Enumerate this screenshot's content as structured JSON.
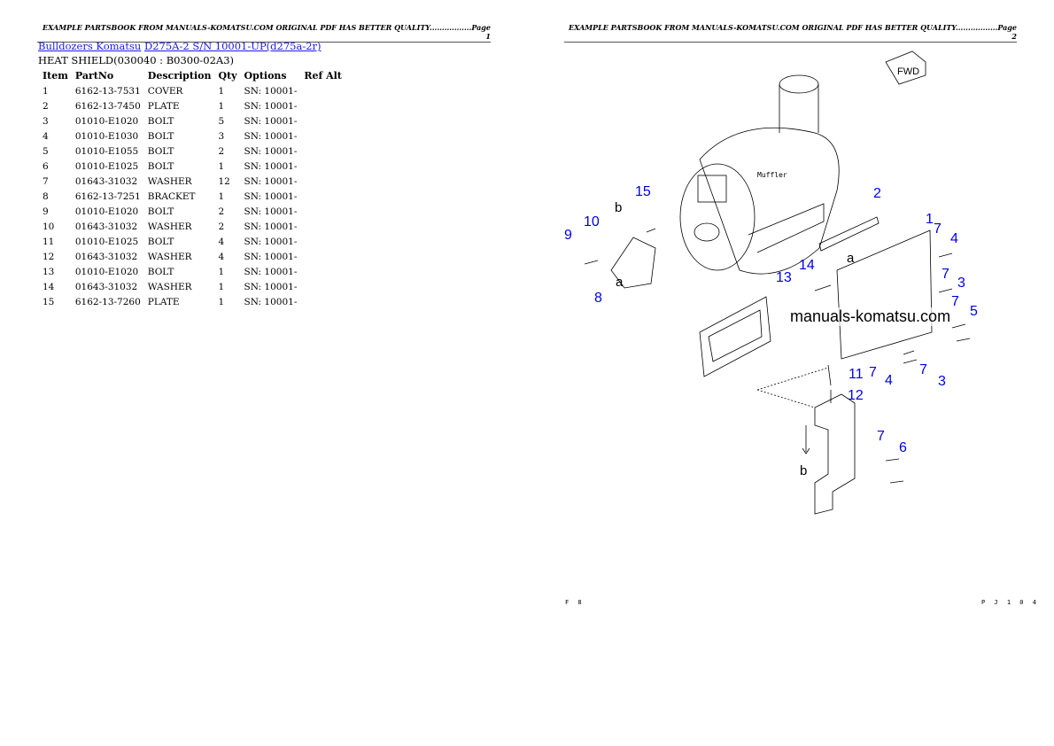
{
  "header": {
    "page1": "EXAMPLE PARTSBOOK FROM MANUALS-KOMATSU.COM ORIGINAL PDF HAS BETTER QUALITY.................Page 1",
    "page2": "EXAMPLE PARTSBOOK FROM MANUALS-KOMATSU.COM ORIGINAL PDF HAS BETTER QUALITY.................Page 2"
  },
  "breadcrumb": {
    "category": "Bulldozers Komatsu",
    "model": "D275A-2 S/N 10001-UP(d275a-2r)"
  },
  "section_title": "HEAT SHIELD(030040 : B0300-02A3)",
  "table": {
    "columns": [
      "Item",
      "PartNo",
      "Description",
      "Qty",
      "Options",
      "Ref Alt"
    ],
    "rows": [
      [
        "1",
        "6162-13-7531",
        "COVER",
        "1",
        "SN: 10001-",
        ""
      ],
      [
        "2",
        "6162-13-7450",
        "PLATE",
        "1",
        "SN: 10001-",
        ""
      ],
      [
        "3",
        "01010-E1020",
        "BOLT",
        "5",
        "SN: 10001-",
        ""
      ],
      [
        "4",
        "01010-E1030",
        "BOLT",
        "3",
        "SN: 10001-",
        ""
      ],
      [
        "5",
        "01010-E1055",
        "BOLT",
        "2",
        "SN: 10001-",
        ""
      ],
      [
        "6",
        "01010-E1025",
        "BOLT",
        "1",
        "SN: 10001-",
        ""
      ],
      [
        "7",
        "01643-31032",
        "WASHER",
        "12",
        "SN: 10001-",
        ""
      ],
      [
        "8",
        "6162-13-7251",
        "BRACKET",
        "1",
        "SN: 10001-",
        ""
      ],
      [
        "9",
        "01010-E1020",
        "BOLT",
        "2",
        "SN: 10001-",
        ""
      ],
      [
        "10",
        "01643-31032",
        "WASHER",
        "2",
        "SN: 10001-",
        ""
      ],
      [
        "11",
        "01010-E1025",
        "BOLT",
        "4",
        "SN: 10001-",
        ""
      ],
      [
        "12",
        "01643-31032",
        "WASHER",
        "4",
        "SN: 10001-",
        ""
      ],
      [
        "13",
        "01010-E1020",
        "BOLT",
        "1",
        "SN: 10001-",
        ""
      ],
      [
        "14",
        "01643-31032",
        "WASHER",
        "1",
        "SN: 10001-",
        ""
      ],
      [
        "15",
        "6162-13-7260",
        "PLATE",
        "1",
        "SN: 10001-",
        ""
      ]
    ]
  },
  "diagram": {
    "callouts": [
      "15",
      "10",
      "9",
      "8",
      "2",
      "1",
      "7",
      "4",
      "14",
      "13",
      "7",
      "3",
      "7",
      "5",
      "11",
      "7",
      "7",
      "4",
      "3",
      "12",
      "7",
      "6"
    ],
    "letters": [
      "b",
      "a",
      "a",
      "b"
    ],
    "fwd": "FWD",
    "muffler_label": "Muffler",
    "watermark": "manuals-komatsu.com",
    "footer_left": "F 8",
    "footer_right": "P J 1 0 4"
  }
}
